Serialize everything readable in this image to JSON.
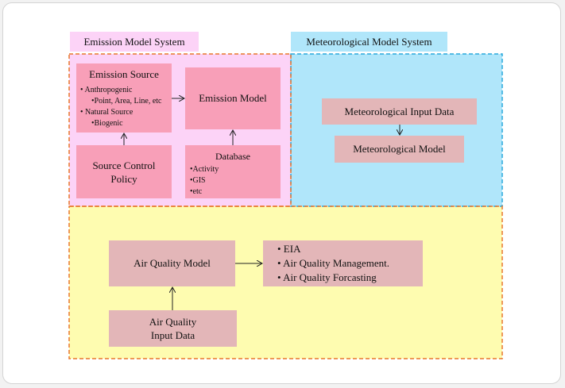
{
  "labels": {
    "emission_system": "Emission Model System",
    "meteorological_system": "Meteorological Model System"
  },
  "emission_source": {
    "title": "Emission Source",
    "b1": "Anthropogenic",
    "b1_sub": "•Point, Area, Line, etc",
    "b2": "Natural Source",
    "b2_sub": "•Biogenic"
  },
  "emission_model": "Emission Model",
  "source_control": {
    "line1": "Source Control",
    "line2": "Policy"
  },
  "database": {
    "title": "Database",
    "i1": "•Activity",
    "i2": "•GIS",
    "i3": "•etc"
  },
  "met_input": "Meteorological Input Data",
  "met_model": "Meteorological Model",
  "aq_model": "Air Quality Model",
  "aq_input": {
    "line1": "Air Quality",
    "line2": "Input Data"
  },
  "outputs": {
    "o1": "• EIA",
    "o2": "• Air Quality Management.",
    "o3": "• Air Quality Forcasting"
  },
  "colors": {
    "emission_bg": "#fcd3f7",
    "meteorological_bg": "#b0e6fa",
    "air_quality_bg": "#fefcb0",
    "box_pink": "#f89fb8",
    "box_rose": "#e3b6b8",
    "orange_dash": "#e8762c",
    "blue_dash": "#29a9dc"
  }
}
